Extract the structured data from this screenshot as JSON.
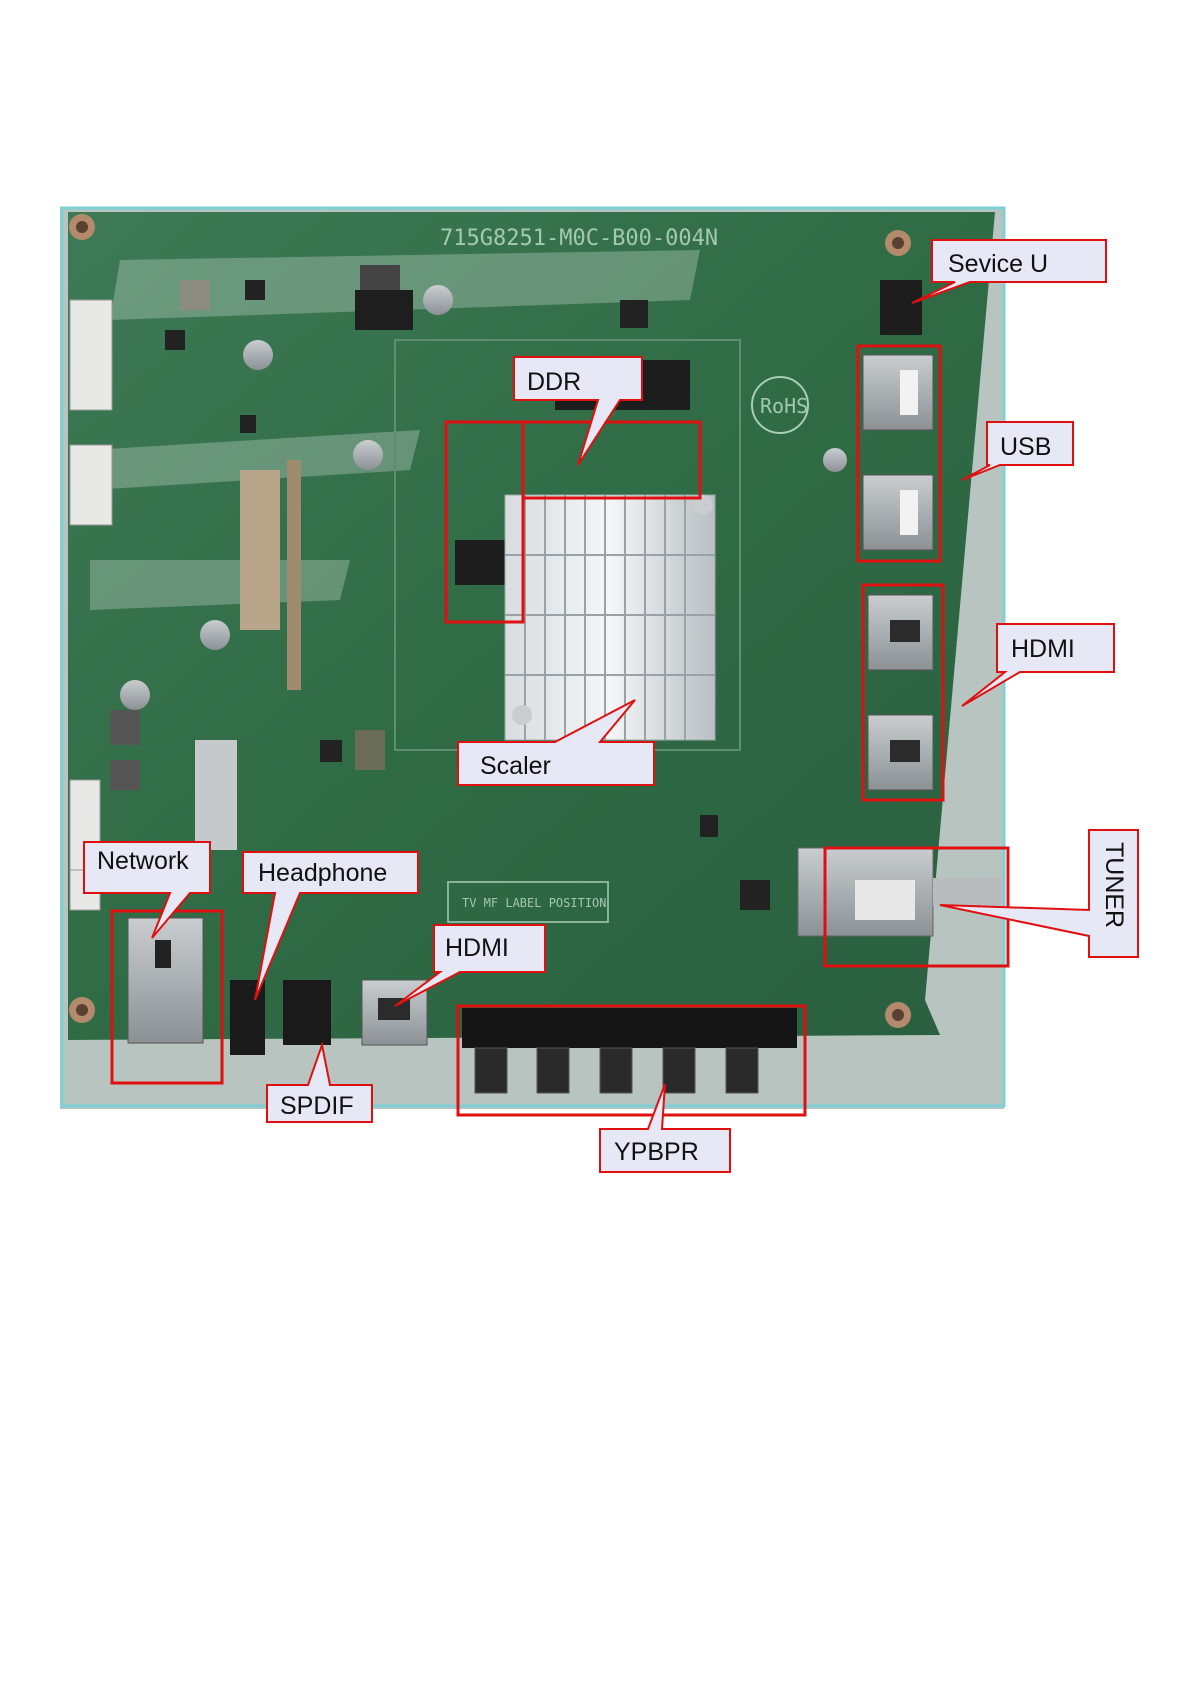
{
  "board": {
    "part_number": "715G8251-M0C-B00-004N",
    "rohs_mark": "RoHS",
    "label_position_text": "TV MF LABEL POSITION"
  },
  "labels": {
    "service_usb": "Sevice U",
    "ddr": "DDR",
    "usb": "USB",
    "hdmi_side": "HDMI",
    "scaler": "Scaler",
    "network": "Network",
    "headphone": "Headphone",
    "hdmi_bottom": "HDMI",
    "tuner": "TUNER",
    "spdif": "SPDIF",
    "ypbpr": "YPBPR"
  },
  "colors": {
    "pcb": "#2f6b45",
    "highlight_box": "#e01010",
    "callout_fill": "#e6e8f6"
  }
}
